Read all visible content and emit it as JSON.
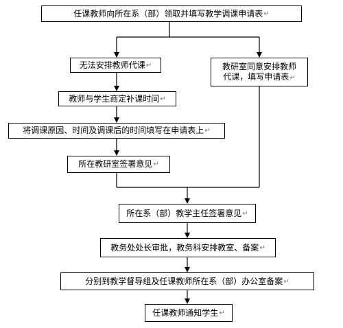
{
  "steps": {
    "step1": "任课教师向所在系（部）领取并填写教学调课申请表",
    "left_a": "无法安排教师代课",
    "right_a_line1": "教研室同意安排教师",
    "right_a_line2": "代课，填写申请表",
    "left_b": "教师与学生商定补课时间",
    "left_c": "将调课原因、时间及调课后的时间填写在申请表上",
    "left_d": "所在教研室签署意见",
    "step_e": "所在系（部）教学主任签署意见",
    "step_f": "教务处处长审批，教务科安排教室、备案",
    "step_g": "分别到教学督导组及任课教师所在系（部）办公室备案",
    "step_h": "任课教师通知学生"
  },
  "paragraph_mark": "↵"
}
